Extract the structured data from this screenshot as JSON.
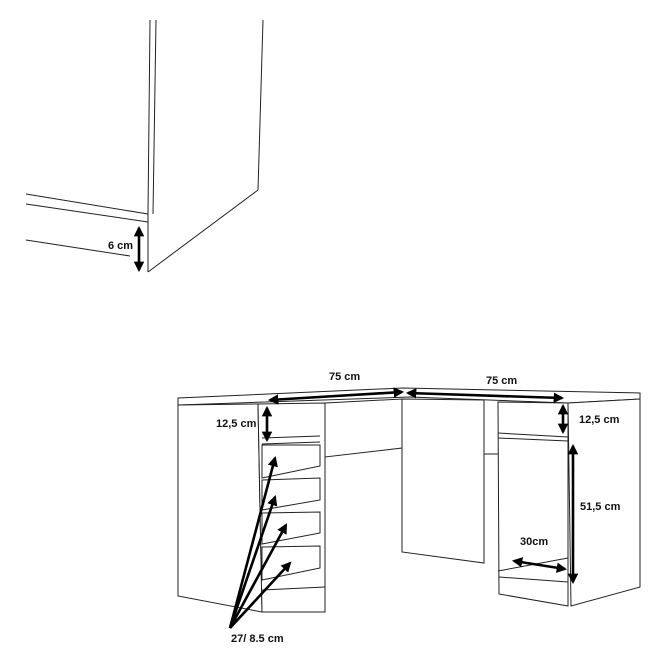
{
  "detail_view": {
    "plinth_height_label": "6 cm"
  },
  "desk_view": {
    "left_top_width_label": "75 cm",
    "right_top_width_label": "75 cm",
    "left_top_compartment_label": "12,5 cm",
    "right_top_compartment_label": "12,5 cm",
    "right_cabinet_height_label": "51,5 cm",
    "right_shelf_depth_label": "30cm",
    "drawer_label": "27/ 8.5 cm"
  },
  "colors": {
    "line": "#222222",
    "arrow": "#000000",
    "background": "#ffffff"
  }
}
